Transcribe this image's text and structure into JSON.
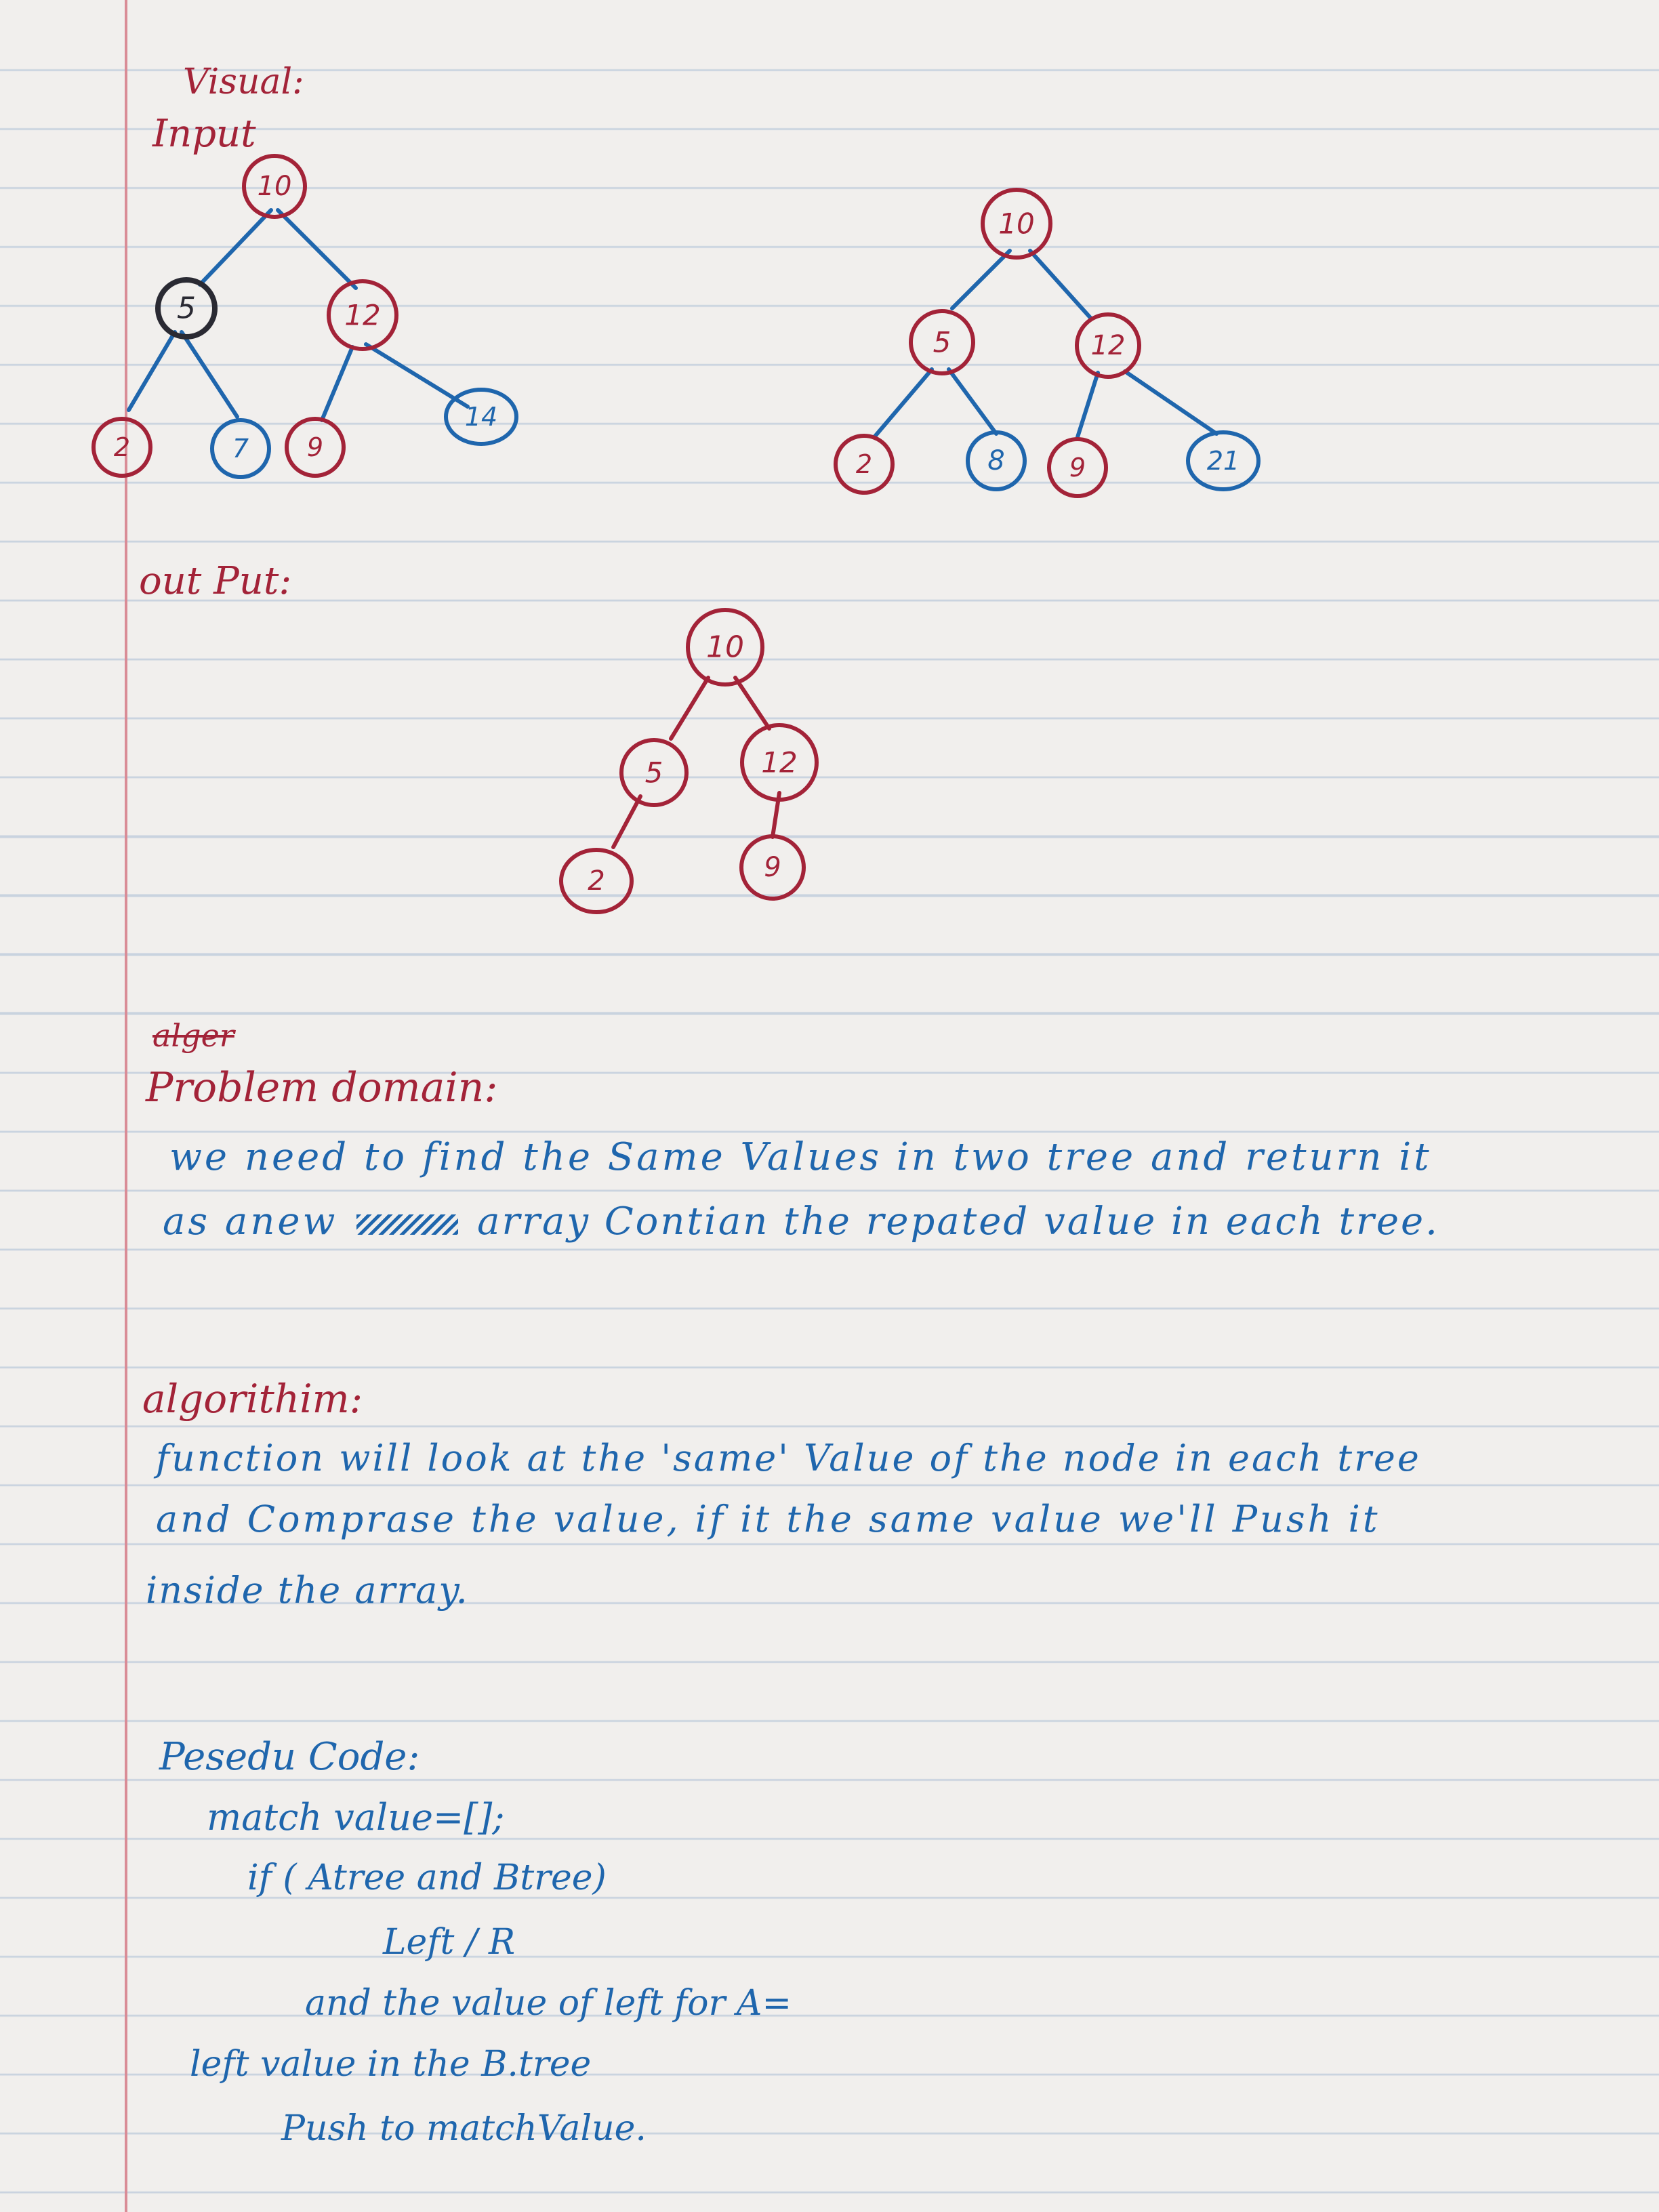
{
  "visual": {
    "heading": "Visual:",
    "input_label": "Input",
    "output_label": "out Put:"
  },
  "colors": {
    "red_ink": "#a32338",
    "blue_ink": "#1f66ad",
    "black_ink": "#2a2a33"
  },
  "trees": {
    "tree_a": {
      "root": "10",
      "left": "5",
      "right": "12",
      "leaves": [
        "2",
        "7",
        "9",
        "14"
      ]
    },
    "tree_b": {
      "root": "10",
      "left": "5",
      "right": "12",
      "leaves": [
        "2",
        "8",
        "9",
        "21"
      ]
    },
    "output": {
      "root": "10",
      "left": "5",
      "right": "12",
      "leaves": [
        "2",
        "9"
      ]
    }
  },
  "problem": {
    "crossed_word": "alger",
    "heading": "Problem domain:",
    "line1": "we need to find the Same Values in two tree and return it",
    "line2_a": "as anew",
    "line2_b": "array Contian the repated value in each tree."
  },
  "algorithm": {
    "heading": "algorithim:",
    "line1": "function will look at the 'same' Value of the node in each tree",
    "line2": "and Comprase the value, if it the same value we'll Push it",
    "line3": "inside the array."
  },
  "pseudocode": {
    "heading": "Pesedu Code:",
    "line1": "match value=[];",
    "line2": "if ( Atree and Btree)",
    "line3": "Left / R",
    "line4": "and the value of left for A=",
    "line5": "left value in the B.tree",
    "line6": "Push to matchValue."
  }
}
